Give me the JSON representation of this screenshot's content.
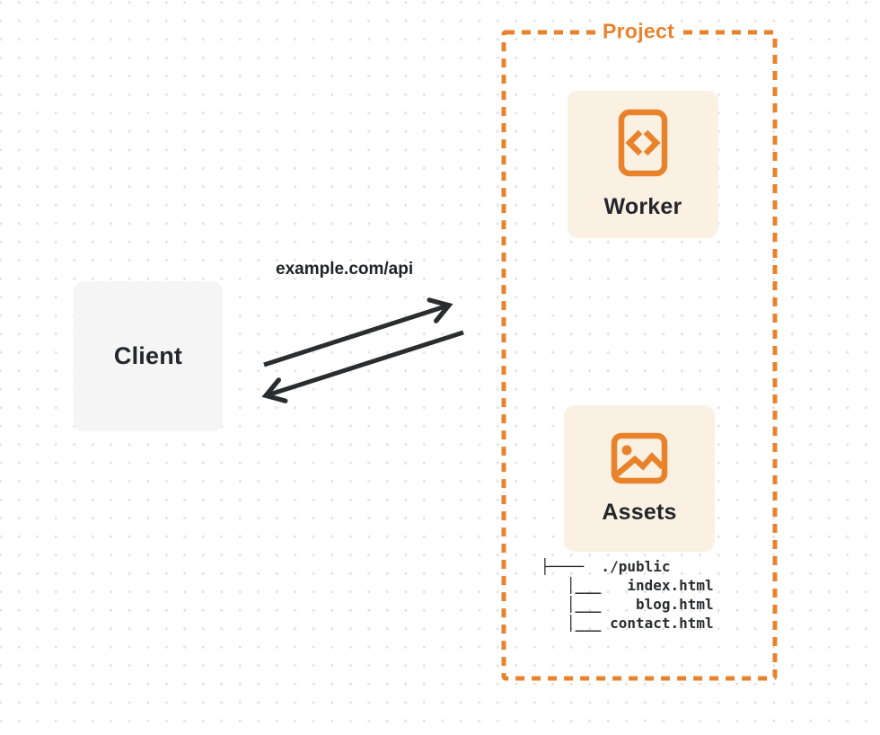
{
  "colors": {
    "accent_orange": "#e8832c",
    "card_peach": "#fbf1e3",
    "card_gray": "#f5f5f6",
    "text_dark": "#24262b",
    "arrow_dark": "#2b2c2e",
    "dot_grid": "#e3e3e6"
  },
  "project": {
    "label": "Project"
  },
  "client": {
    "label": "Client"
  },
  "worker": {
    "label": "Worker",
    "icon": "code-icon"
  },
  "assets": {
    "label": "Assets",
    "icon": "image-icon"
  },
  "request_arrow": {
    "label": "example.com/api"
  },
  "file_tree": {
    "lines": [
      "├────  ./public",
      "   │___   index.html",
      "   │___    blog.html",
      "   │___ contact.html"
    ]
  }
}
